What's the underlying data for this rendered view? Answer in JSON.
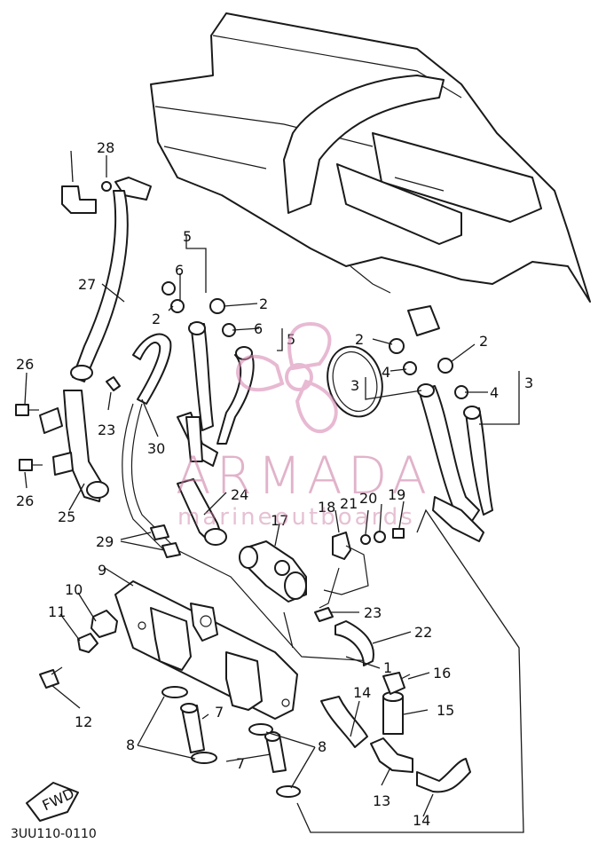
{
  "diagram": {
    "code": "3UU110-0110",
    "fwd_label": "FWD",
    "callouts": {
      "c1": "1",
      "c2a": "2",
      "c2b": "2",
      "c2c": "2",
      "c2d": "2",
      "c3a": "3",
      "c3b": "3",
      "c4a": "4",
      "c4b": "4",
      "c5a": "5",
      "c5b": "5",
      "c6a": "6",
      "c6b": "6",
      "c7a": "7",
      "c7b": "7",
      "c8a": "8",
      "c8b": "8",
      "c9": "9",
      "c10": "10",
      "c11": "11",
      "c12": "12",
      "c13": "13",
      "c14a": "14",
      "c14b": "14",
      "c15": "15",
      "c16": "16",
      "c17": "17",
      "c18": "18",
      "c19": "19",
      "c20": "20",
      "c21": "21",
      "c22": "22",
      "c23a": "23",
      "c23b": "23",
      "c24": "24",
      "c25": "25",
      "c26a": "26",
      "c26b": "26",
      "c27": "27",
      "c28": "28",
      "c29": "29",
      "c30": "30"
    }
  },
  "watermark": {
    "brand": "ARMADA",
    "subtitle": "marineoutboards",
    "color": "#d98cb5"
  }
}
